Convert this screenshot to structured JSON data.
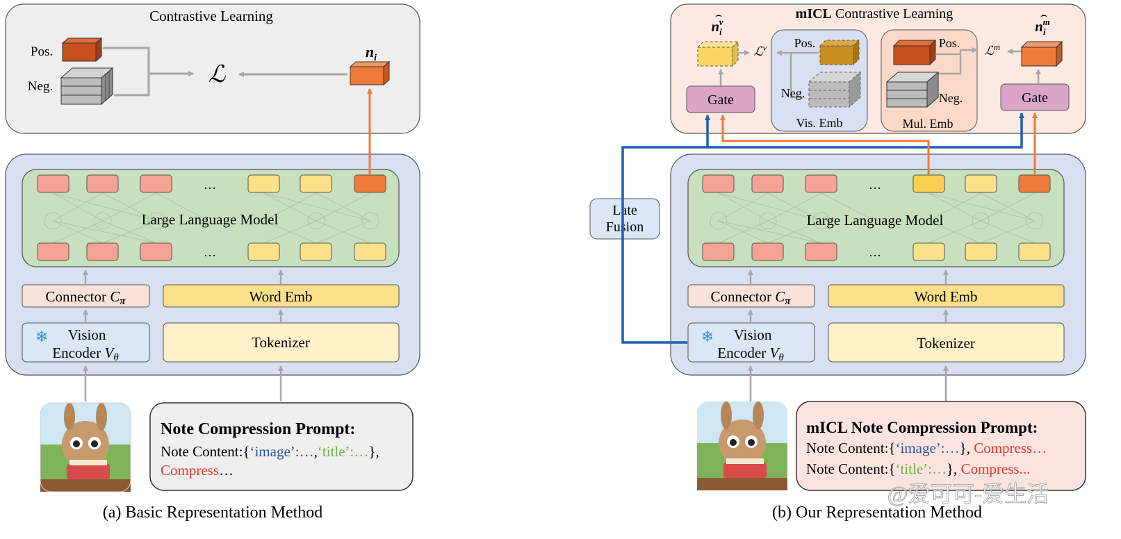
{
  "colors": {
    "panel_gray": "#eeeeee",
    "panel_pink": "#fbe9e2",
    "panel_blue": "#d8e0f1",
    "llm_green": "#c8e0bd",
    "token_red": "#f4a394",
    "token_yellow": "#fde08a",
    "token_orange": "#f07a3a",
    "connector": "#fbe2d8",
    "word_emb": "#fde08a",
    "tokenizer": "#fff1c9",
    "vision": "#dbe7f6",
    "gate": "#dba5c8",
    "late_fusion": "#dbe7f6",
    "arrow_gray": "#a6a6a6",
    "arrow_orange": "#ef7a38",
    "arrow_blue": "#1f5eb5",
    "text_blue": "#2f5597",
    "text_green": "#70ad47",
    "text_red": "#e8392b"
  },
  "left": {
    "contrastive_title": "Contrastive Learning",
    "pos": "Pos.",
    "neg": "Neg.",
    "loss": "ℒ",
    "ni_label": "n",
    "ni_sub": "i",
    "llm": "Large Language Model",
    "ellipsis": "…",
    "connector": "Connector ",
    "connector_sym": "C",
    "connector_sub": "π",
    "word_emb": "Word Emb",
    "vision_line1": "Vision",
    "vision_line2": "Encoder ",
    "vision_sym": "V",
    "vision_sub": "θ",
    "tokenizer": "Tokenizer",
    "snowflake": "❄",
    "prompt_title": "Note Compression Prompt:",
    "prompt_line1_a": "Note Content:{",
    "prompt_line1_b": "‘image’:…",
    "prompt_line1_c": ",",
    "prompt_line1_d": "‘title’:…",
    "prompt_line1_e": "},",
    "prompt_line2": "Compress",
    "prompt_line2_end": "…",
    "caption": "(a) Basic Representation Method"
  },
  "right": {
    "contrastive_bold": "mICL",
    "contrastive_rest": " Contrastive Learning",
    "niv_main": "n",
    "niv_sub": "i",
    "niv_sup": "v",
    "nim_main": "n",
    "nim_sub": "i",
    "nim_sup": "m",
    "loss_v": "ℒ",
    "loss_v_sup": "v",
    "loss_m": "ℒ",
    "loss_m_sup": "m",
    "pos": "Pos.",
    "neg": "Neg.",
    "vis_emb": "Vis. Emb",
    "mul_emb": "Mul. Emb",
    "gate": "Gate",
    "late_fusion_line1": "Late",
    "late_fusion_line2": "Fusion",
    "llm": "Large Language Model",
    "ellipsis": "…",
    "connector": "Connector ",
    "connector_sym": "C",
    "connector_sub": "π",
    "word_emb": "Word Emb",
    "vision_line1": "Vision",
    "vision_line2": "Encoder ",
    "vision_sym": "V",
    "vision_sub": "θ",
    "tokenizer": "Tokenizer",
    "snowflake": "❄",
    "prompt_title": "mICL Note Compression Prompt:",
    "prompt_line1_a": "Note Content:{",
    "prompt_line1_b": "‘image’:…",
    "prompt_line1_c": "}, ",
    "prompt_line1_d": "Compress…",
    "prompt_line2_a": "Note Content:{",
    "prompt_line2_b": "‘title’:…",
    "prompt_line2_c": "}, ",
    "prompt_line2_d": "Compress...",
    "caption": "(b) Our Representation Method"
  },
  "watermark": "@爱可可-爱生活"
}
